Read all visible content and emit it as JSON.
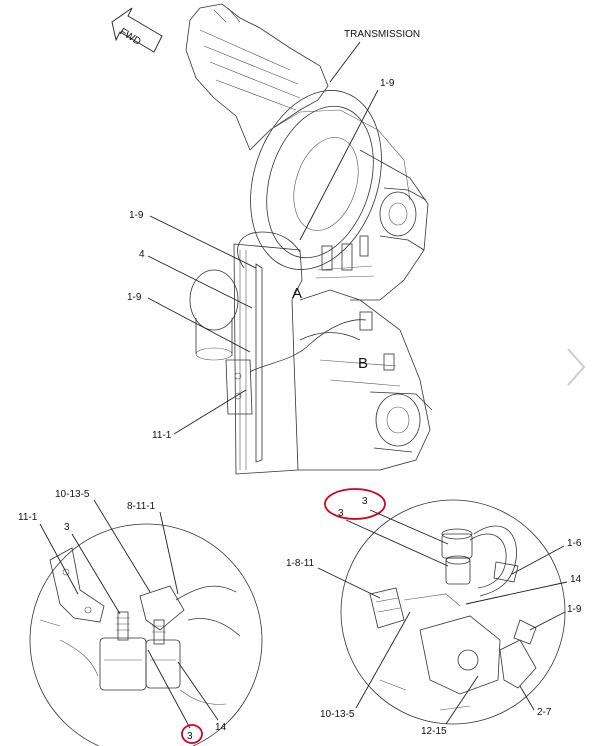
{
  "diagram": {
    "title": "TRANSMISSION",
    "direction": "FWD",
    "main_callouts": [
      "1-9",
      "1-9",
      "4",
      "1-9",
      "11-1"
    ],
    "zones": [
      "A",
      "B"
    ],
    "detail_a": {
      "callouts": [
        "10-13-5",
        "8-11-1",
        "11-1",
        "3",
        "14"
      ],
      "highlighted": "3"
    },
    "detail_b": {
      "callouts": [
        "3",
        "3",
        "1-6",
        "1-8-11",
        "14",
        "1-9",
        "10-13-5",
        "12-15",
        "2-7"
      ],
      "highlighted": "3"
    }
  },
  "colors": {
    "highlight": "#d0021b",
    "line": "#222222",
    "nav": "#cccccc"
  },
  "nav": {
    "next_icon": "chevron-right-icon"
  }
}
